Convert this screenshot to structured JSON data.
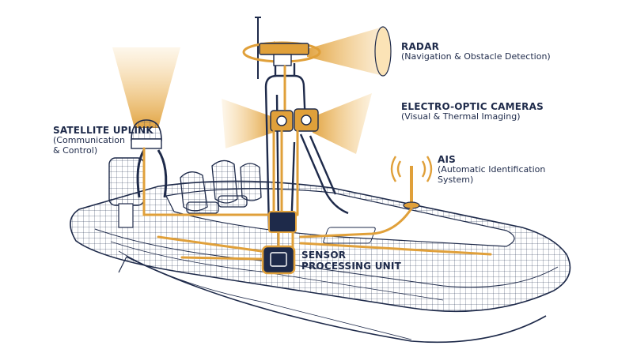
{
  "colors": {
    "outline": "#1e2a4a",
    "accent": "#e0a03a",
    "beam": "#f4c77a",
    "background": "#ffffff"
  },
  "labels": {
    "radar": {
      "title": "RADAR",
      "sub1": "(Navigation & Obstacle Detection)"
    },
    "cameras": {
      "title": "ELECTRO-OPTIC CAMERAS",
      "sub1": "(Visual & Thermal Imaging)"
    },
    "satellite": {
      "title": "SATELLITE UPLINK",
      "sub1": "(Communication",
      "sub2": "& Control)"
    },
    "ais": {
      "title": "AIS",
      "sub1": "(Automatic Identification",
      "sub2": "System)"
    },
    "sensor": {
      "line1": "SENSOR",
      "line2": "PROCESSING UNIT"
    }
  },
  "icons": {
    "radar": "radar-antenna-icon",
    "camera": "camera-pod-icon",
    "satellite": "satellite-dome-icon",
    "ais": "ais-antenna-icon",
    "processor": "chip-icon"
  }
}
